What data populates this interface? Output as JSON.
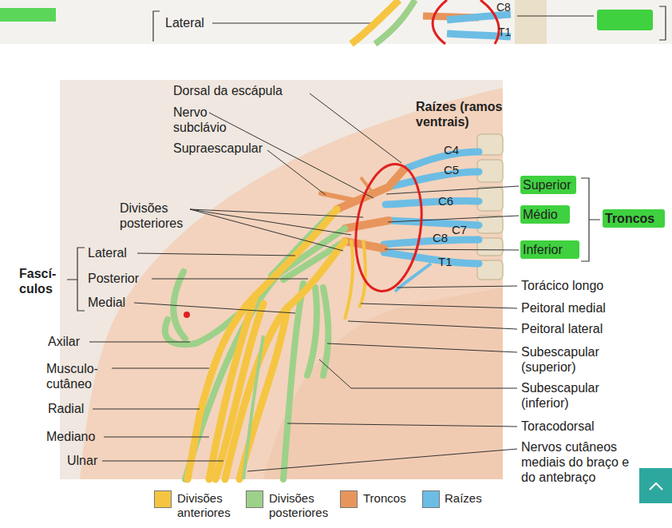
{
  "diagram": {
    "labels": [
      "Lateral",
      "C8",
      "T1",
      "Dorsal da escápula",
      "Nervo subclávio",
      "Raízes (ramos ventrais)",
      "Supraescapular",
      "C4",
      "C5",
      "C6",
      "Superior",
      "Divisões posteriores",
      "C7",
      "Médio",
      "Troncos",
      "C8",
      "Inferior",
      "T1",
      "Lateral",
      "Fascí- culos",
      "Posterior",
      "Torácico longo",
      "Medial",
      "Peitoral medial",
      "Peitoral lateral",
      "Axilar",
      "Subescapular (superior)",
      "Musculo- cutâneo",
      "Subescapular (inferior)",
      "Radial",
      "Toracodorsal",
      "Mediano",
      "Nervos cutâneos mediais do braço e do antebraço",
      "Ulnar"
    ],
    "legend": [
      {
        "text": "Divisões anteriores",
        "color": "#f5c542"
      },
      {
        "text": "Divisões posteriores",
        "color": "#9dd18a"
      },
      {
        "text": "Troncos",
        "color": "#e8955c"
      },
      {
        "text": "Raízes",
        "color": "#6cbde4"
      }
    ]
  }
}
